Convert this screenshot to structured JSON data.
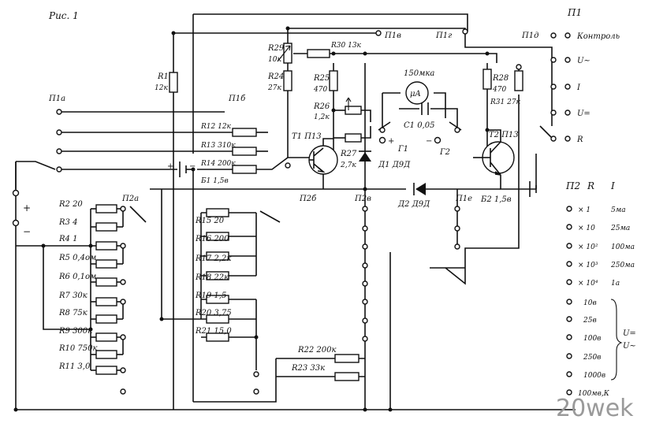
{
  "figure_caption": "Рис. 1",
  "watermark": "20wek",
  "switches": {
    "p1": "П1",
    "p1a": "П1а",
    "p1b": "П1б",
    "p1v": "П1в",
    "p1g": "П1г",
    "p1d": "П1д",
    "p1e": "П1е",
    "p2": "П2",
    "p2a": "П2а",
    "p2b": "П2б",
    "p2v": "П2в"
  },
  "resistors": {
    "r1": "R1",
    "r1v": "12к",
    "r12": "R12 12к",
    "r13": "R13 310к",
    "r14": "R14 200к",
    "r29": "R29",
    "r29v": "10к",
    "r24": "R24",
    "r24v": "27к",
    "r30": "R30 13к",
    "r25": "R25",
    "r25v": "470",
    "r26": "R26",
    "r26v": "1,2к",
    "r27": "R27",
    "r27v": "2,7к",
    "r28": "R28",
    "r28v": "470",
    "r31": "R31 27к",
    "r2": "R2 20",
    "r3": "R3 4",
    "r4": "R4 1",
    "r5": "R5 0,4ом",
    "r6": "R6 0,1ом",
    "r7": "R7 30к",
    "r8": "R8 75к",
    "r9": "R9 300к",
    "r10": "R10 750к",
    "r11": "R11 3,0",
    "r15": "R15 20",
    "r16": "R16 200",
    "r17": "R17 2,2к",
    "r18": "R18 22к",
    "r19": "R19 1,5",
    "r20": "R20 3,75",
    "r21": "R21 15,0",
    "r22": "R22 200к",
    "r23": "R23 33к"
  },
  "components": {
    "meter": "150мка",
    "meter_symbol": "μA",
    "t1": "Т1 П13",
    "t2": "Т2 П13",
    "b1": "Б1 1,5в",
    "b2": "Б2 1,5в",
    "c1": "С1 0,05",
    "d1": "Д1 Д9Д",
    "d2": "Д2 Д9Д",
    "g1": "Г1",
    "g2": "Г2",
    "g_plus": "+",
    "g_minus": "−",
    "in_plus": "+",
    "in_minus": "−"
  },
  "p1_modes": [
    "Контроль",
    "U~",
    "I",
    "U=",
    "R"
  ],
  "p2_header": {
    "title": "П2",
    "col_r": "R",
    "col_i": "I"
  },
  "p2_ranges": [
    {
      "r": "× 1",
      "i": "5ма"
    },
    {
      "r": "× 10",
      "i": "25ма"
    },
    {
      "r": "× 10²",
      "i": "100ма"
    },
    {
      "r": "× 10³",
      "i": "250ма"
    },
    {
      "r": "× 10⁴",
      "i": "1а"
    }
  ],
  "p2_volts": [
    "10в",
    "25в",
    "100в",
    "250в",
    "1000в"
  ],
  "p2_volts_brace": {
    "dc": "U=",
    "ac": "U~"
  },
  "p2_last": "100мв,К"
}
